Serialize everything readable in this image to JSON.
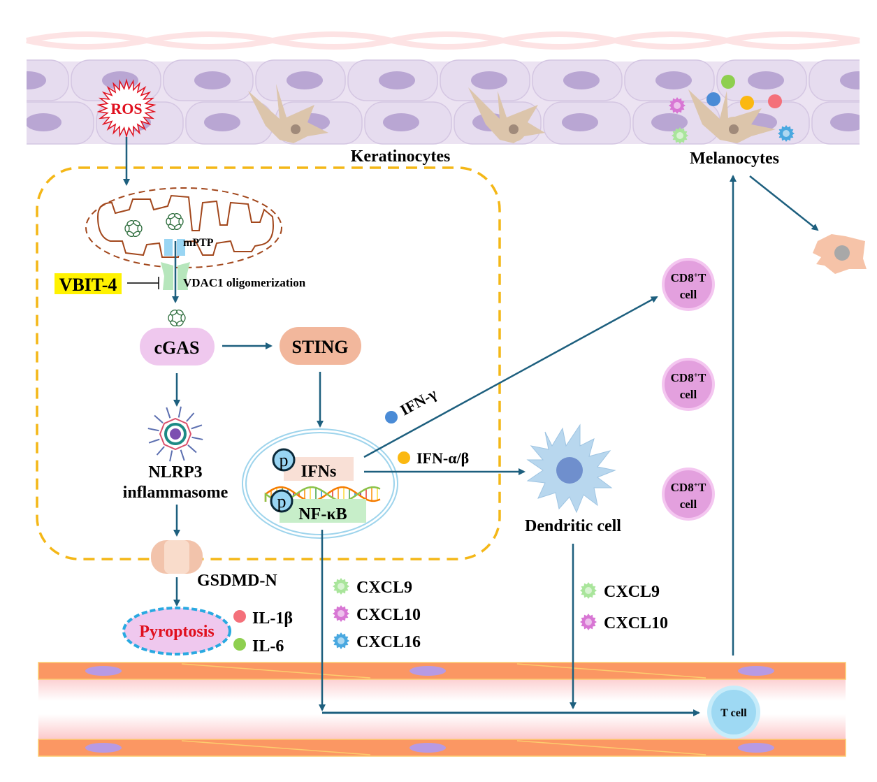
{
  "diagram": {
    "labels": {
      "ros": "ROS",
      "keratinocytes": "Keratinocytes",
      "melanocytes": "Melanocytes",
      "mptp": "mPTP",
      "vbit4": "VBIT-4",
      "vdac1": "VDAC1 oligomerization",
      "cgas": "cGAS",
      "sting": "STING",
      "nlrp3_line1": "NLRP3",
      "nlrp3_line2": "inflammasome",
      "gsdmd": "GSDMD-N",
      "pyroptosis": "Pyroptosis",
      "ifns": "IFNs",
      "nfkb": "NF-κB",
      "phospho": "p",
      "ifn_gamma": "IFN-γ",
      "ifn_ab": "IFN-α/β",
      "dendritic": "Dendritic cell",
      "tcell": "T cell",
      "cd8_line1": "CD8",
      "cd8_sup": "+",
      "cd8_t": "T",
      "cd8_line2": "cell"
    },
    "cytokines_pyroptosis": [
      {
        "name": "IL-1β",
        "color": "#f4707a"
      },
      {
        "name": "IL-6",
        "color": "#8ecf4f"
      }
    ],
    "chemokines_keratinocyte": [
      {
        "name": "CXCL9",
        "color": "#a9e59b"
      },
      {
        "name": "CXCL10",
        "color": "#d876d4"
      },
      {
        "name": "CXCL16",
        "color": "#49a8e0"
      }
    ],
    "chemokines_dendritic": [
      {
        "name": "CXCL9",
        "color": "#a9e59b"
      },
      {
        "name": "CXCL10",
        "color": "#d876d4"
      }
    ],
    "colors": {
      "arrow": "#1d5f7e",
      "cell_boundary": "#f4b717",
      "mito": "#a2471c",
      "vbit4_bg": "#fff200",
      "cgas": "#efc8ee",
      "sting": "#f2b79c",
      "ifn_gamma_dot": "#4a8bd6",
      "ifn_ab_dot": "#fbb811",
      "pyroptosis_text": "#e0101e",
      "pyroptosis_border": "#29a9e1",
      "cd8": "#e3a0de"
    }
  }
}
